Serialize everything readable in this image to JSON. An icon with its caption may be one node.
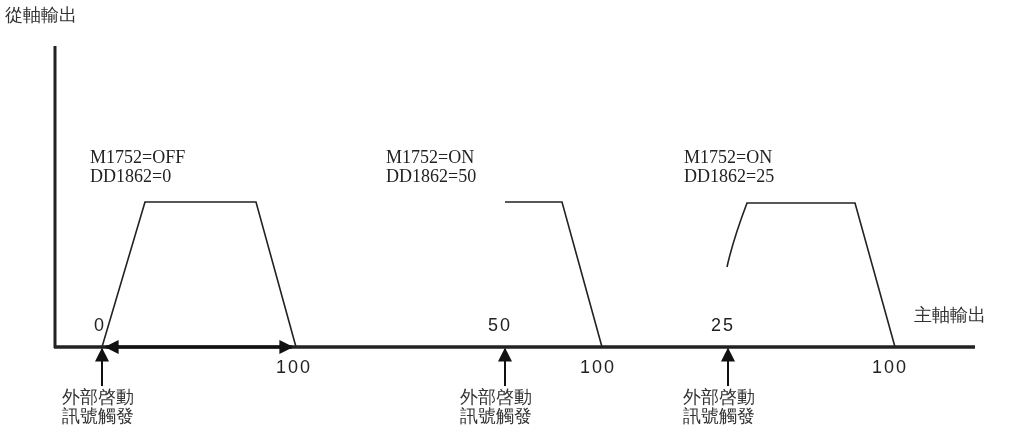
{
  "diagram": {
    "nodes": [
      {
        "text": [
          "外部啓動訊號觸發"
        ]
      },
      {
        "text": [
          "外部啓動訊號觸發"
        ]
      },
      {
        "text": [
          "外部啓動訊號觸發"
        ]
      },
      {
        "text": [],
        "shape": "line"
      }
    ],
    "edges": [
      {
        "from": 0,
        "to": 3,
        "arrow": "to"
      },
      {
        "from": 1,
        "to": 3,
        "arrow": "to"
      },
      {
        "from": 2,
        "to": 3,
        "arrow": "to"
      }
    ],
    "labels": [
      "從軸輸出",
      "M1752=OFF",
      "DD1862=0",
      "M1752=ON",
      "DD1862=50",
      "M1752=ON",
      "DD1862=25",
      "主軸輸出",
      "0",
      "50",
      "25",
      "100",
      "100",
      "100"
    ]
  }
}
